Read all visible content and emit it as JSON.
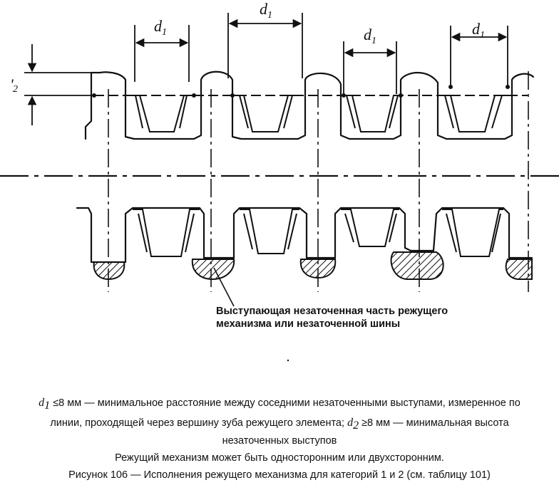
{
  "diagram": {
    "dim_symbol": "d",
    "dim_subscript_1": "1",
    "dim_partial_label": "2",
    "callout_line_1": "Выступающая незаточенная часть режущего",
    "callout_line_2": "механизма или незаточенной шины"
  },
  "caption": {
    "d1_symbol": "d",
    "d1_sub": "1",
    "line1_text": "≤8 мм — минимальное расстояние между соседними незаточенными выступами, измеренное по",
    "line2_part1": "линии, проходящей через вершину зуба режущего элемента;",
    "d2_symbol": "d",
    "d2_sub": "2",
    "line2_part2": "≥8 мм — минимальная высота",
    "line3": "незаточенных выступов",
    "line4": "Режущий механизм может быть односторонним или двухсторонним.",
    "line5": "Рисунок 106 — Исполнения режущего механизма для категорий 1 и 2 (см. таблицу 101)"
  },
  "colors": {
    "ink": "#111111",
    "background": "#ffffff"
  }
}
